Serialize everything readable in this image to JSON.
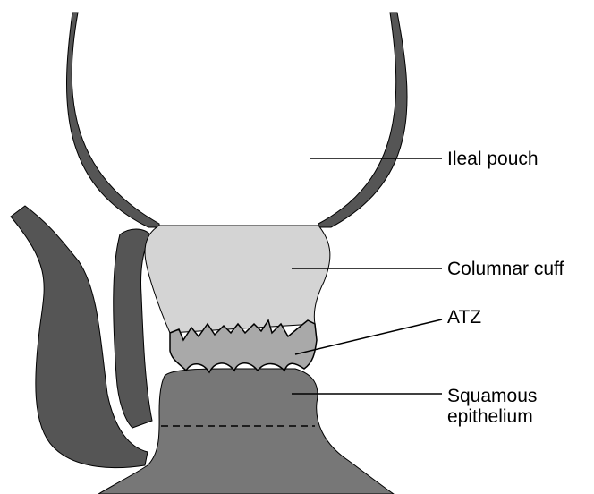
{
  "diagram": {
    "labels": {
      "ileal_pouch": "Ileal pouch",
      "columnar_cuff": "Columnar cuff",
      "atz": "ATZ",
      "squamous_line1": "Squamous",
      "squamous_line2": "epithelium"
    },
    "colors": {
      "wall": "#555555",
      "columnar_cuff": "#d4d4d4",
      "atz": "#a9a9a9",
      "squamous": "#777777",
      "outline": "#000000",
      "background": "#ffffff"
    }
  }
}
